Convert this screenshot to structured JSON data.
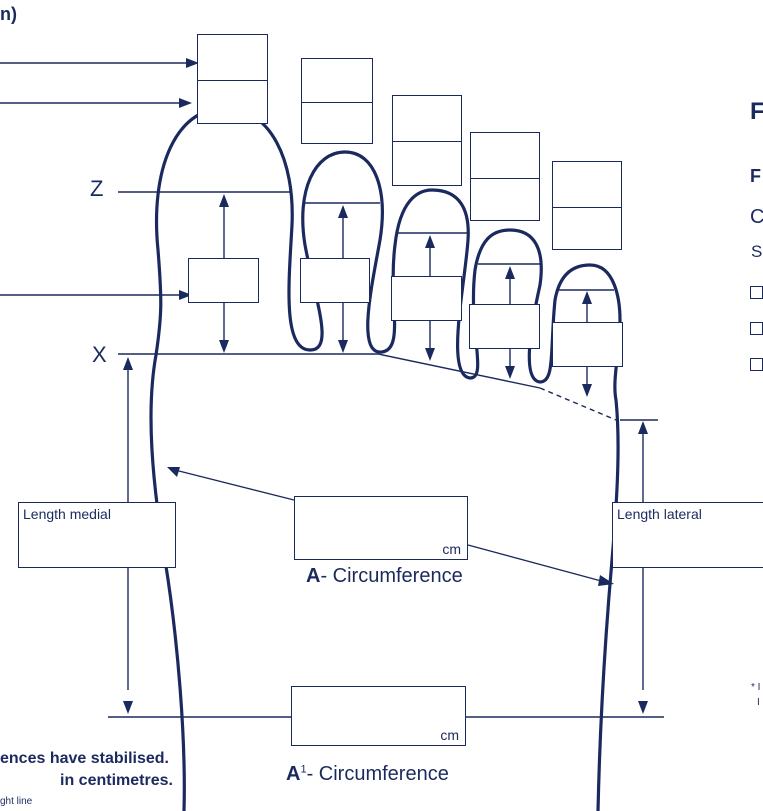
{
  "top_fragment": "n)",
  "label_z": "Z",
  "label_x": "X",
  "length_medial_label": "Length medial",
  "length_lateral_label": "Length lateral",
  "circumference_a": {
    "letter": "A",
    "text": "- Circumference",
    "unit": "cm"
  },
  "circumference_a1": {
    "letter": "A",
    "sup": "1",
    "text": "- Circumference",
    "unit": "cm"
  },
  "right_panel": {
    "fragment_heading": "F",
    "fragment_sub": "F",
    "fragment_c": "C",
    "fragment_s": "S"
  },
  "bottom_note_line1": "ences have stabilised.",
  "bottom_note_line2": "in centimetres.",
  "bottom_small": "ght line",
  "footnote_fragment": "* I",
  "footnote_fragment2": "I",
  "colors": {
    "ink": "#1b2a5e",
    "background": "#ffffff"
  }
}
